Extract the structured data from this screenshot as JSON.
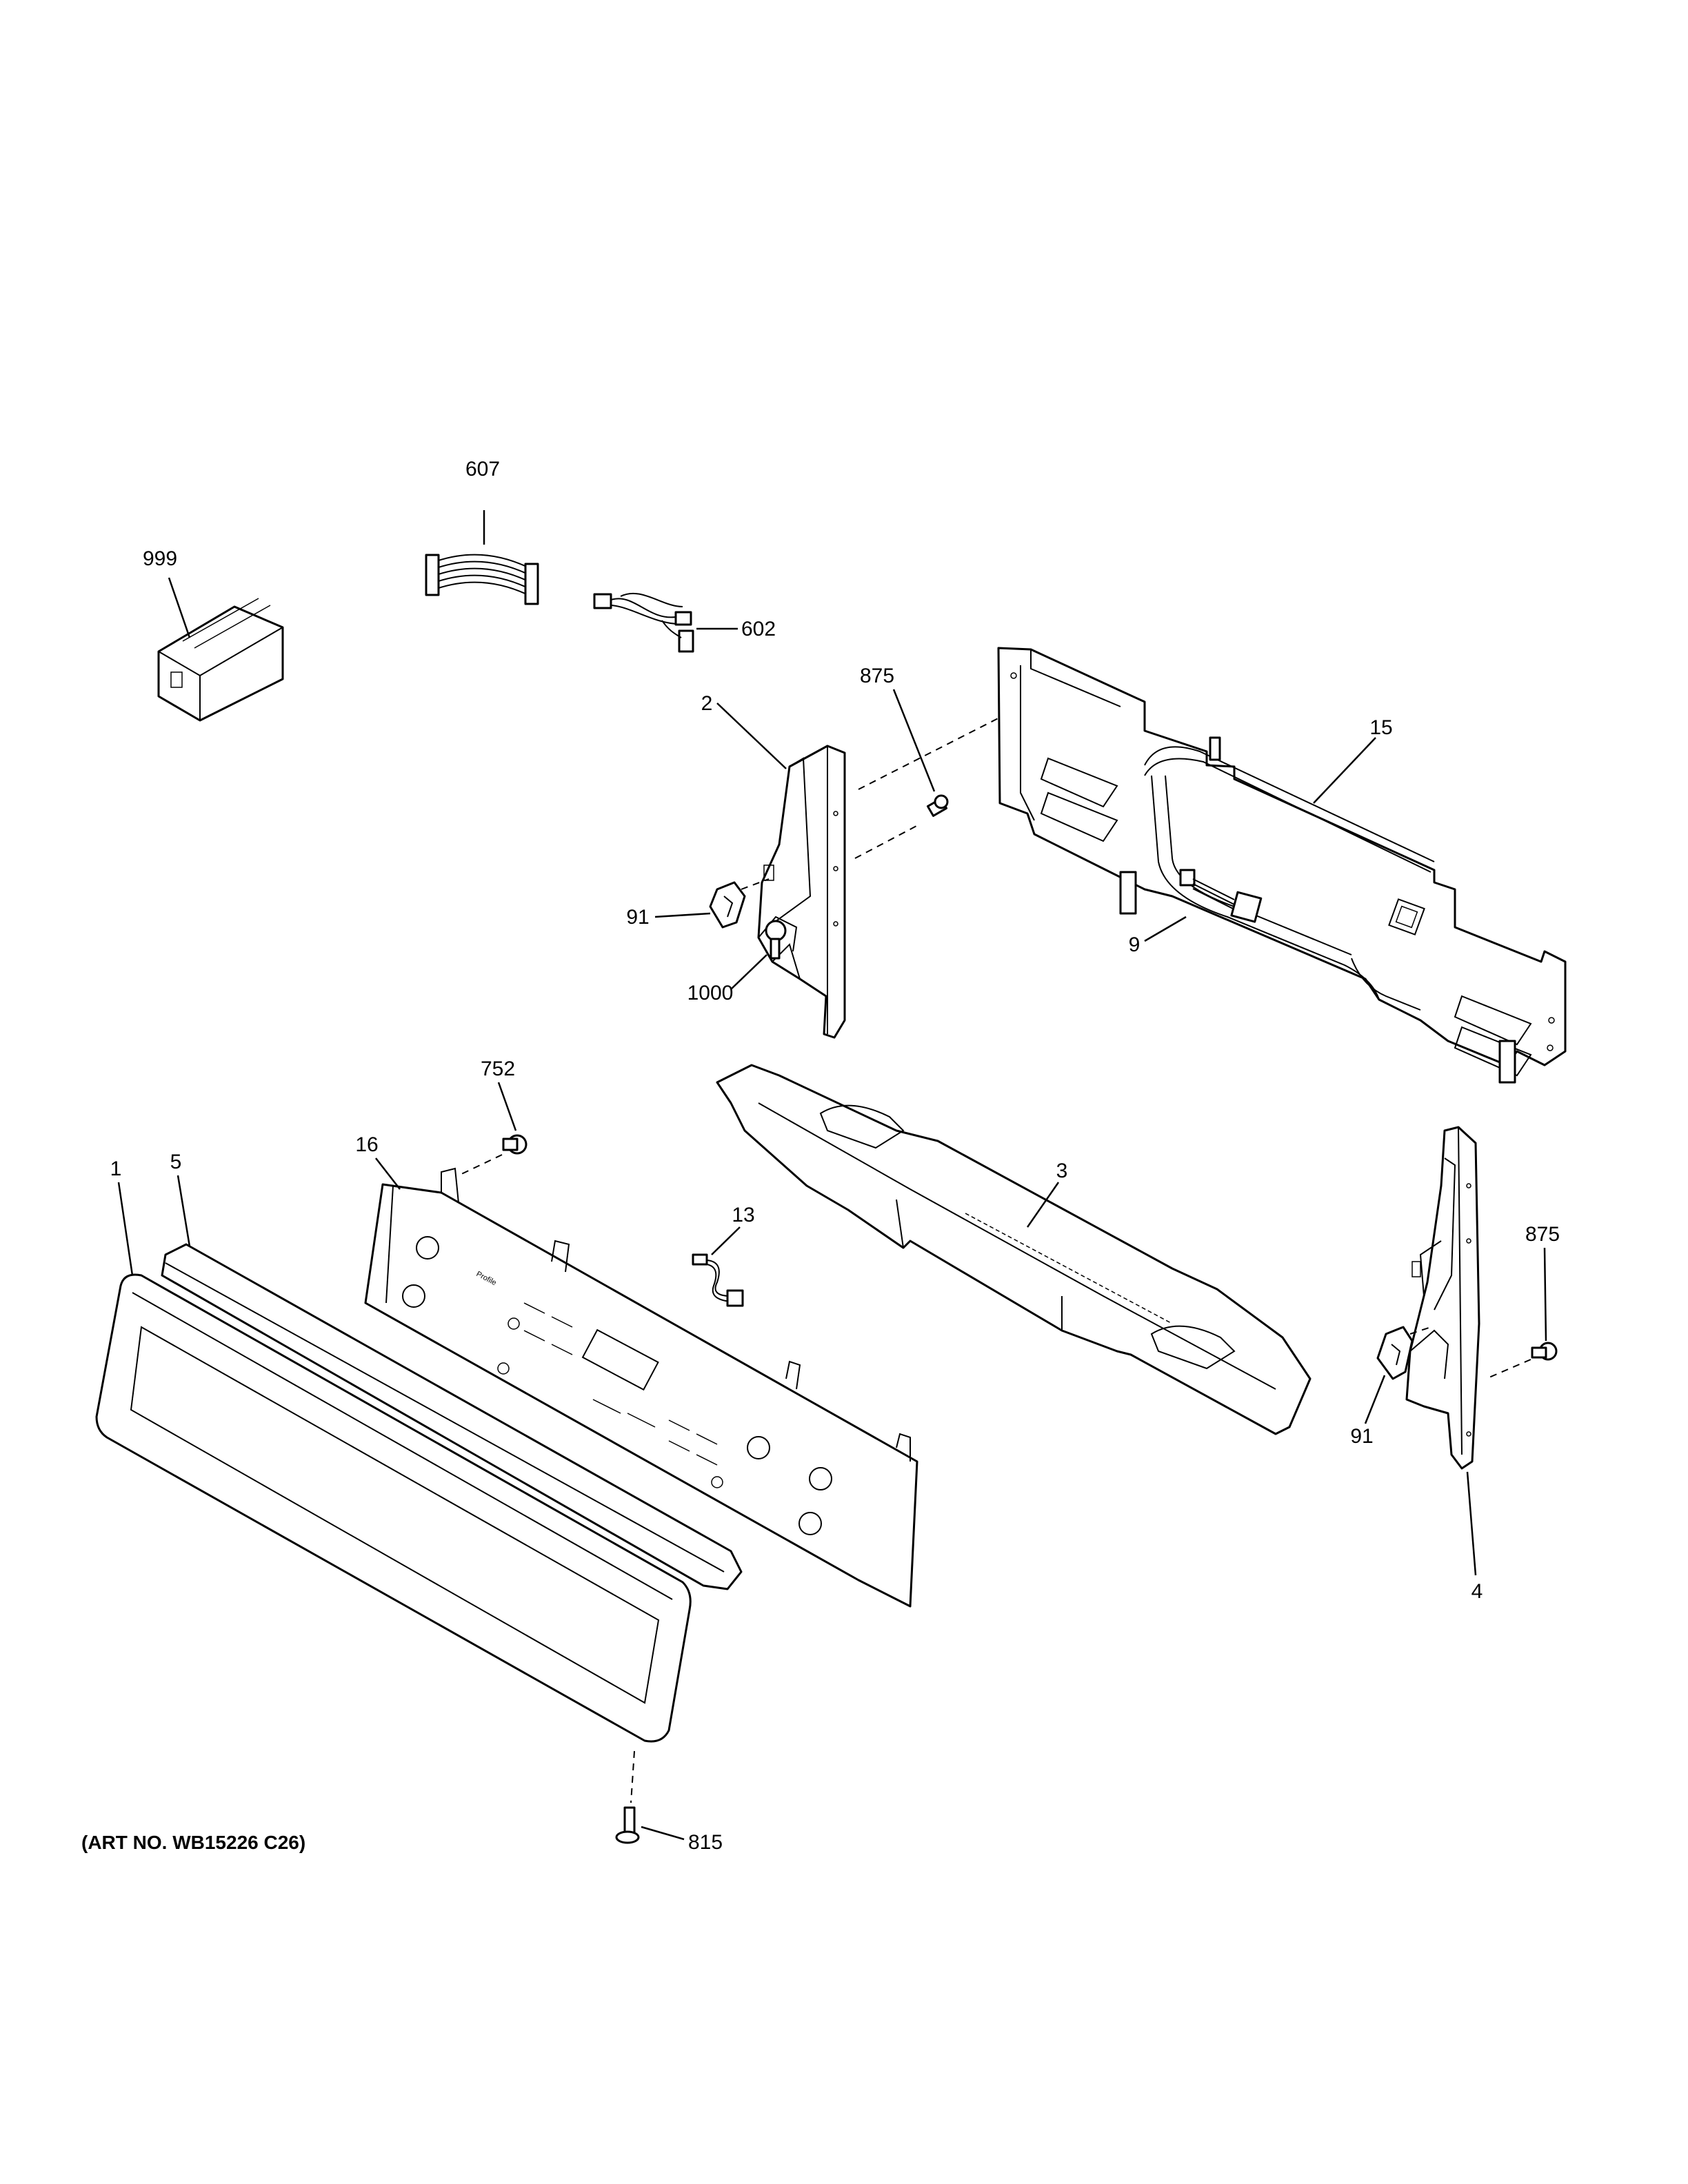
{
  "art_number": "(ART NO. WB15226 C26)",
  "panel_brand": "Profile",
  "callouts": {
    "c607": "607",
    "c999": "999",
    "c602": "602",
    "c875a": "875",
    "c2": "2",
    "c15": "15",
    "c91a": "91",
    "c1000": "1000",
    "c9": "9",
    "c752": "752",
    "c16": "16",
    "c1": "1",
    "c5": "5",
    "c13": "13",
    "c3": "3",
    "c875b": "875",
    "c91b": "91",
    "c4": "4",
    "c815": "815"
  }
}
